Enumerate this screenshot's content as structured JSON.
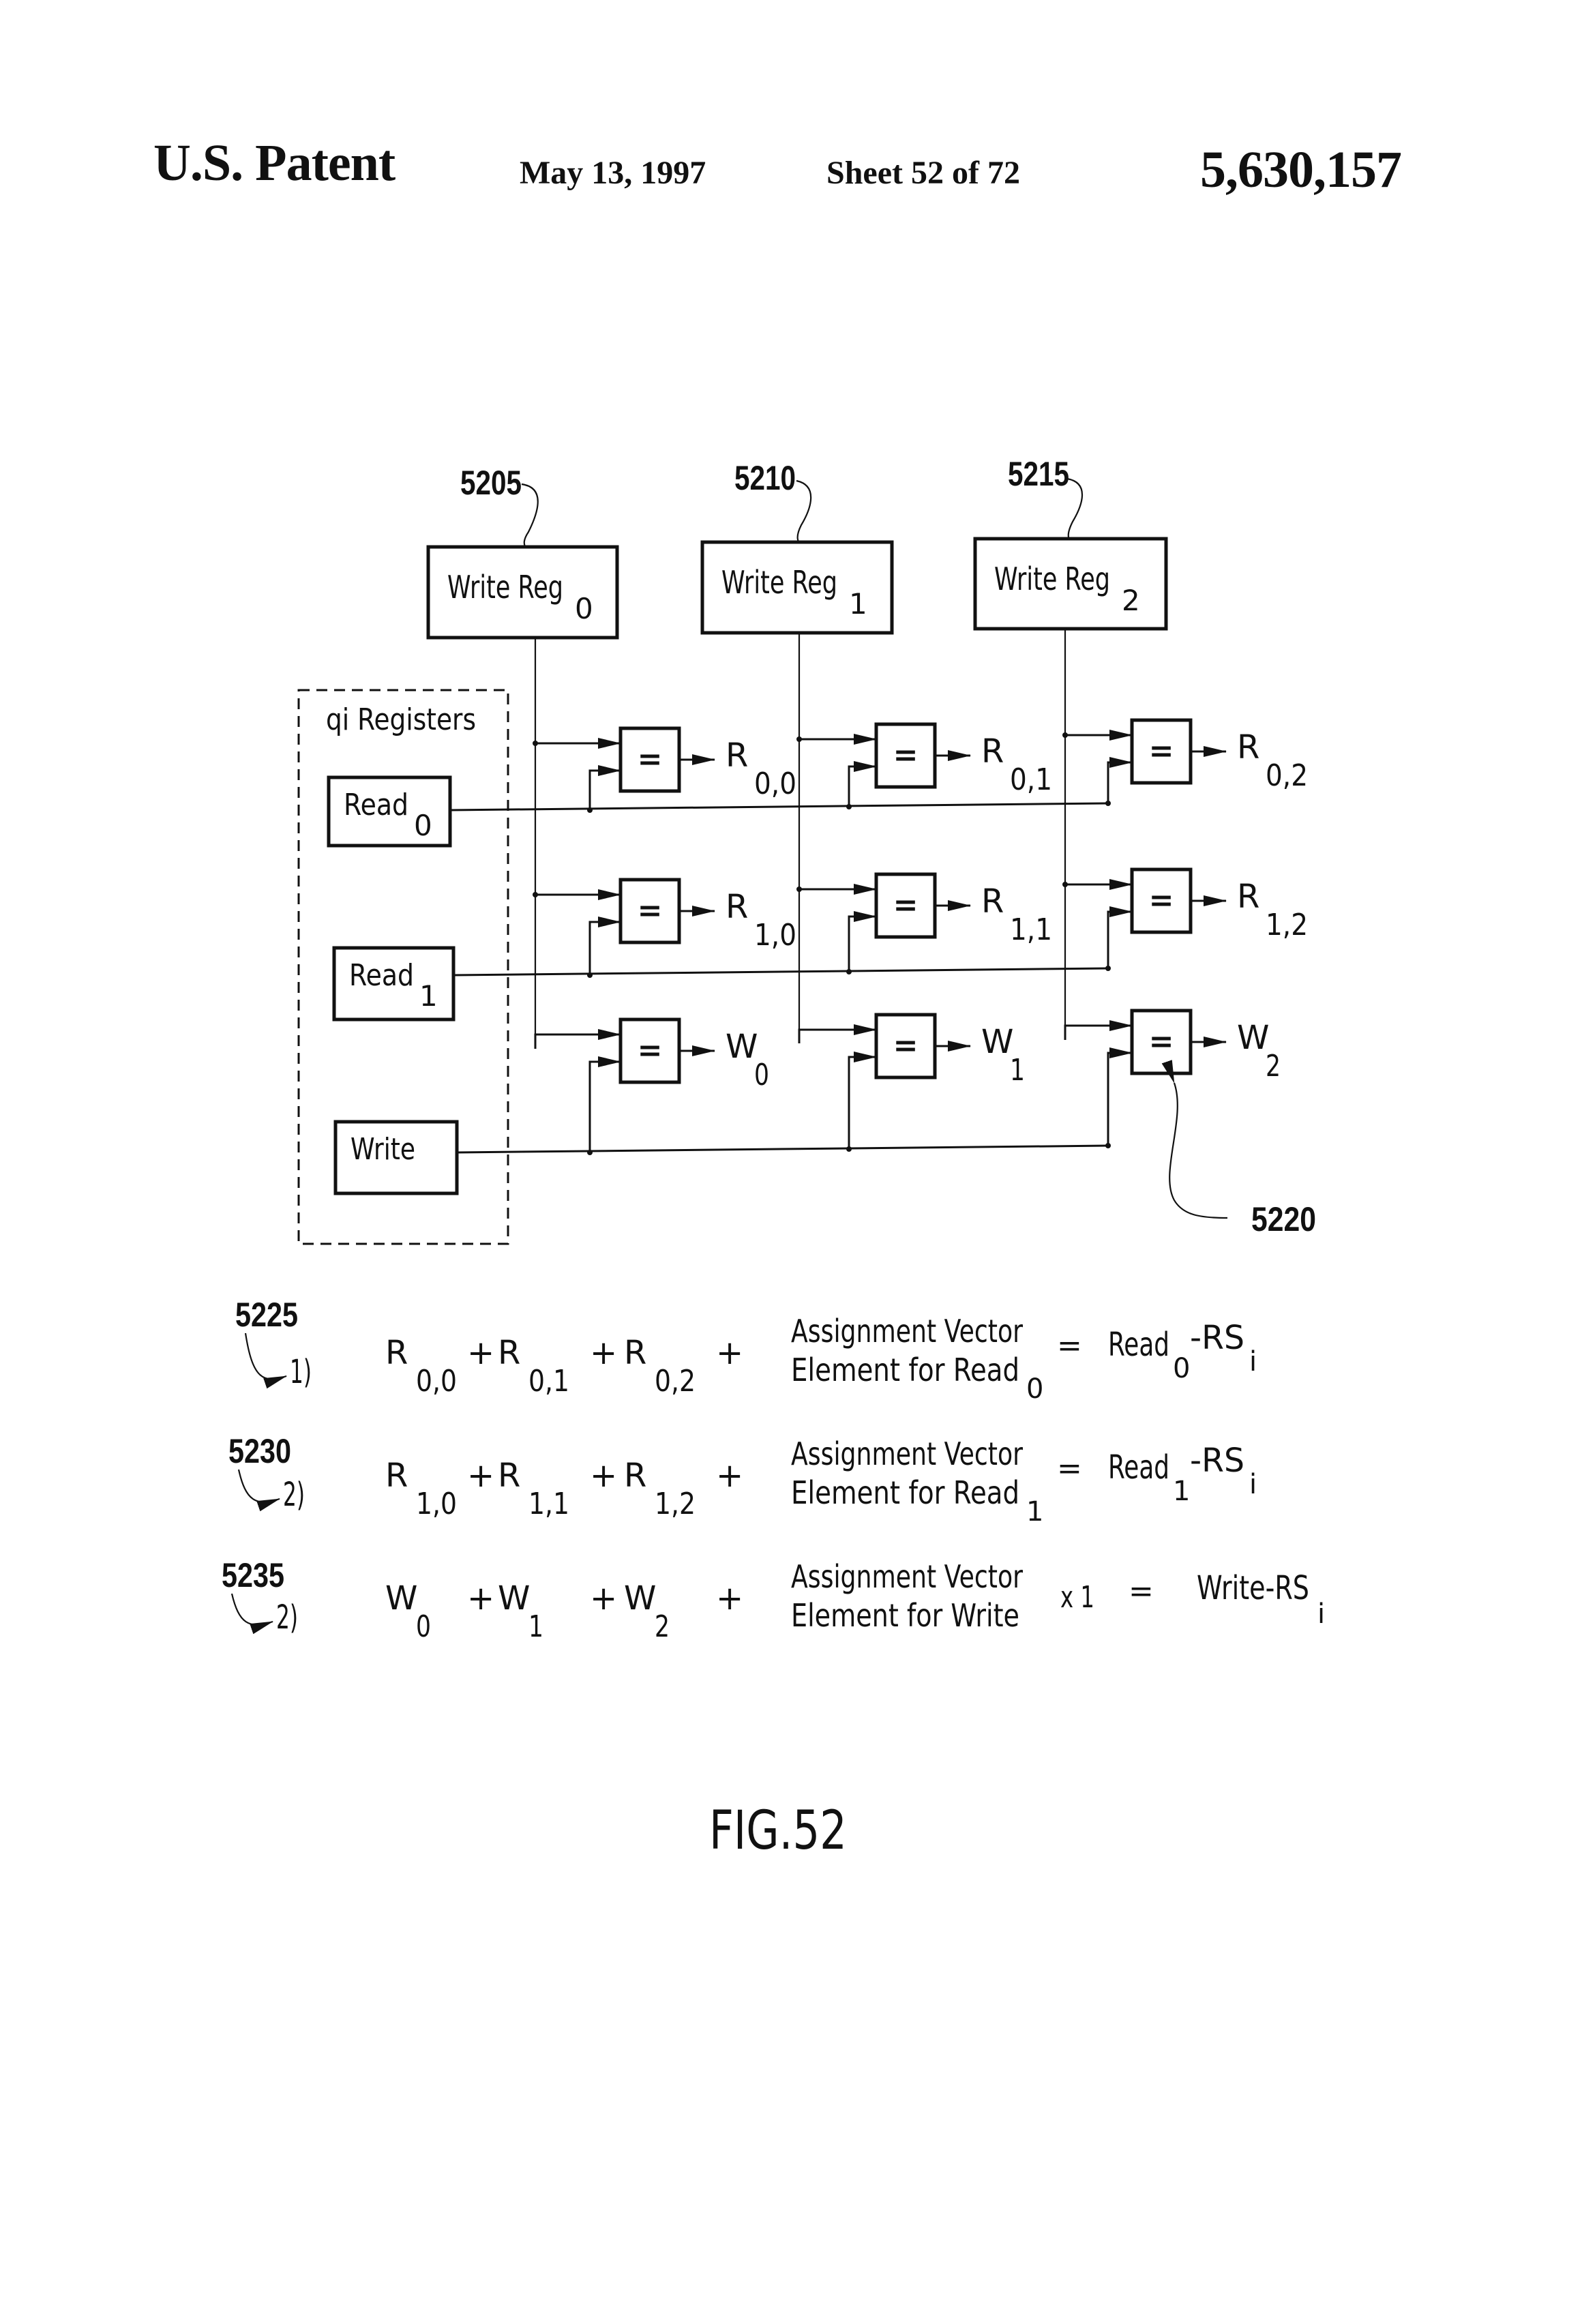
{
  "header": {
    "title": "U.S. Patent",
    "date": "May 13, 1997",
    "sheet": "Sheet 52 of 72",
    "patent_number": "5,630,157"
  },
  "diagram": {
    "write_registers": [
      {
        "ref": "5205",
        "label": "Write Reg",
        "sub": "0"
      },
      {
        "ref": "5210",
        "label": "Write Reg",
        "sub": "1"
      },
      {
        "ref": "5215",
        "label": "Write Reg",
        "sub": "2"
      }
    ],
    "qi_group_label": "qi Registers",
    "qi_registers": [
      {
        "label": "Read",
        "sub": "0"
      },
      {
        "label": "Read",
        "sub": "1"
      },
      {
        "label": "Write",
        "sub": ""
      }
    ],
    "comparator_symbol": "=",
    "outputs": [
      [
        {
          "main": "R",
          "sub": "0,0"
        },
        {
          "main": "R",
          "sub": "0,1"
        },
        {
          "main": "R",
          "sub": "0,2"
        }
      ],
      [
        {
          "main": "R",
          "sub": "1,0"
        },
        {
          "main": "R",
          "sub": "1,1"
        },
        {
          "main": "R",
          "sub": "1,2"
        }
      ],
      [
        {
          "main": "W",
          "sub": "0"
        },
        {
          "main": "W",
          "sub": "1"
        },
        {
          "main": "W",
          "sub": "2"
        }
      ]
    ],
    "comparator_ref": "5220"
  },
  "equations": [
    {
      "ref": "5225",
      "index": "1)",
      "terms": [
        {
          "main": "R",
          "sub": "0,0"
        },
        {
          "main": "R",
          "sub": "0,1"
        },
        {
          "main": "R",
          "sub": "0,2"
        }
      ],
      "plus": "+",
      "vector_line1": "Assignment Vector",
      "vector_line2": "Element for Read",
      "vector_sub": "0",
      "multiplier": "",
      "equals": "=",
      "result_main": "Read",
      "result_sub": "0",
      "result_tail": "-RS",
      "result_tail_sub": "i"
    },
    {
      "ref": "5230",
      "index": "2)",
      "terms": [
        {
          "main": "R",
          "sub": "1,0"
        },
        {
          "main": "R",
          "sub": "1,1"
        },
        {
          "main": "R",
          "sub": "1,2"
        }
      ],
      "plus": "+",
      "vector_line1": "Assignment Vector",
      "vector_line2": "Element for Read",
      "vector_sub": "1",
      "multiplier": "",
      "equals": "=",
      "result_main": "Read",
      "result_sub": "1",
      "result_tail": "-RS",
      "result_tail_sub": "i"
    },
    {
      "ref": "5235",
      "index": "2)",
      "terms": [
        {
          "main": "W",
          "sub": "0"
        },
        {
          "main": "W",
          "sub": "1"
        },
        {
          "main": "W",
          "sub": "2"
        }
      ],
      "plus": "+",
      "vector_line1": "Assignment Vector",
      "vector_line2": "Element for Write",
      "vector_sub": "",
      "multiplier": "x 1",
      "equals": "=",
      "result_main": "Write-RS",
      "result_sub": "",
      "result_tail": "",
      "result_tail_sub": "i"
    }
  ],
  "figure_label": "FIG.52"
}
